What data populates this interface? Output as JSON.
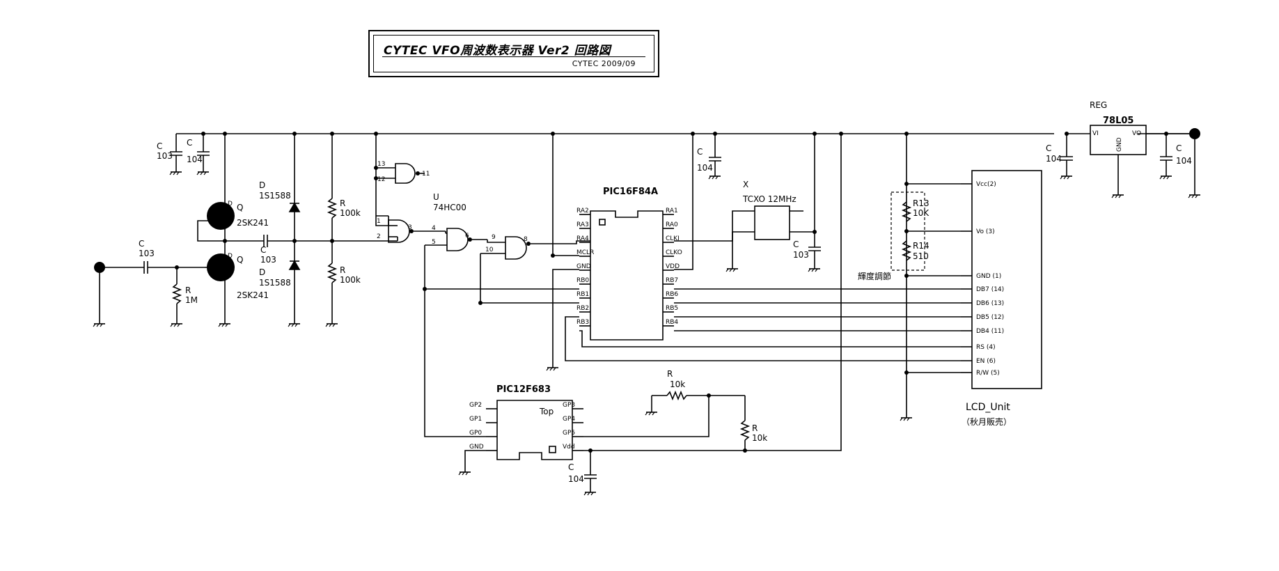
{
  "title": {
    "main": "CYTEC VFO周波数表示器 Ver2 回路図",
    "sub": "CYTEC 2009/09"
  },
  "components": {
    "c1": {
      "ref": "C",
      "value": "103"
    },
    "c2": {
      "ref": "C",
      "value": "104"
    },
    "c3": {
      "ref": "C",
      "value": "103"
    },
    "c4": {
      "ref": "C",
      "value": "103"
    },
    "c5": {
      "ref": "C",
      "value": "104"
    },
    "c6": {
      "ref": "C",
      "value": "103"
    },
    "c7": {
      "ref": "C",
      "value": "104"
    },
    "c8": {
      "ref": "C",
      "value": "104"
    },
    "c9": {
      "ref": "C",
      "value": "104"
    },
    "q1": {
      "ref": "Q",
      "part": "2SK241"
    },
    "q2": {
      "ref": "Q",
      "part": "2SK241"
    },
    "r1": {
      "ref": "R",
      "value": "1M"
    },
    "r2": {
      "ref": "R",
      "value": "100k"
    },
    "r3": {
      "ref": "R",
      "value": "100k"
    },
    "r4": {
      "ref": "R",
      "value": "10k"
    },
    "r5": {
      "ref": "R",
      "value": "10k"
    },
    "d1": {
      "ref": "D",
      "part": "1S1588"
    },
    "d2": {
      "ref": "D",
      "part": "1S1588"
    },
    "u": {
      "ref": "U",
      "part": "74HC00"
    },
    "x": {
      "ref": "X",
      "part": "TCXO 12MHz"
    },
    "reg": {
      "ref": "REG",
      "part": "78L05",
      "pins": [
        "VI",
        "VO",
        "GND"
      ]
    },
    "r13": {
      "ref": "R13",
      "value": "10K"
    },
    "r14": {
      "ref": "R14",
      "value": "510"
    },
    "brightness": "輝度調節",
    "pic16": {
      "name": "PIC16F84A",
      "left_pins": [
        "RA2",
        "RA3",
        "RA4",
        "MCLR",
        "GND",
        "RB0",
        "RB1",
        "RB2",
        "RB3"
      ],
      "right_pins": [
        "RA1",
        "RA0",
        "CLKI",
        "CLKO",
        "VDD",
        "RB7",
        "RB6",
        "RB5",
        "RB4"
      ]
    },
    "pic12": {
      "name": "PIC12F683",
      "mark": "Top",
      "left_pins": [
        "GP2",
        "GP1",
        "GP0",
        "GND"
      ],
      "right_pins": [
        "GP3",
        "GP4",
        "GP5",
        "Vdd"
      ]
    },
    "lcd": {
      "name": "LCD_Unit",
      "note": "（秋月販売）",
      "pins": [
        "Vcc(2)",
        "Vo (3)",
        "GND (1)",
        "DB7 (14)",
        "DB6 (13)",
        "DB5 (12)",
        "DB4 (11)",
        "RS (4)",
        "EN (6)",
        "R/W (5)"
      ]
    }
  },
  "gate_pins": [
    "13",
    "12",
    "11",
    "1",
    "2",
    "3",
    "4",
    "5",
    "6",
    "9",
    "10",
    "8"
  ],
  "mosfet_pin": "D"
}
